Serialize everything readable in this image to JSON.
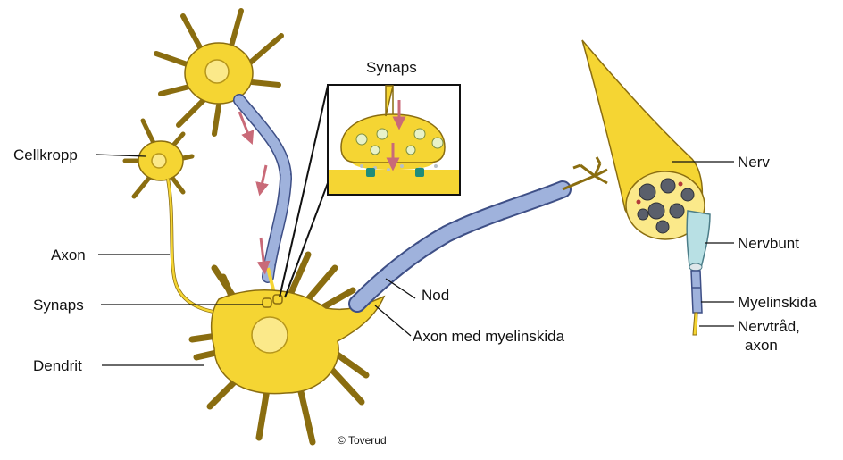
{
  "labels": {
    "cellkropp": "Cellkropp",
    "axon": "Axon",
    "synaps_left": "Synaps",
    "dendrit": "Dendrit",
    "synaps_inset_title": "Synaps",
    "nod": "Nod",
    "axon_myelin": "Axon med myelinskida",
    "nerv": "Nerv",
    "nervbunt": "Nervbunt",
    "myelinskida": "Myelinskida",
    "nervtrad_line1": "Nervtråd,",
    "nervtrad_line2": "axon",
    "credit": "© Toverud"
  },
  "colors": {
    "neuron_fill": "#f5d533",
    "neuron_stroke": "#8a6d10",
    "nucleus": "#fbe98a",
    "myelin": "#9fb2dc",
    "myelin_stroke": "#3e4f86",
    "arrow": "#c96a78",
    "receptor": "#1f8c7a",
    "fascicle": "#5a5f6b"
  }
}
